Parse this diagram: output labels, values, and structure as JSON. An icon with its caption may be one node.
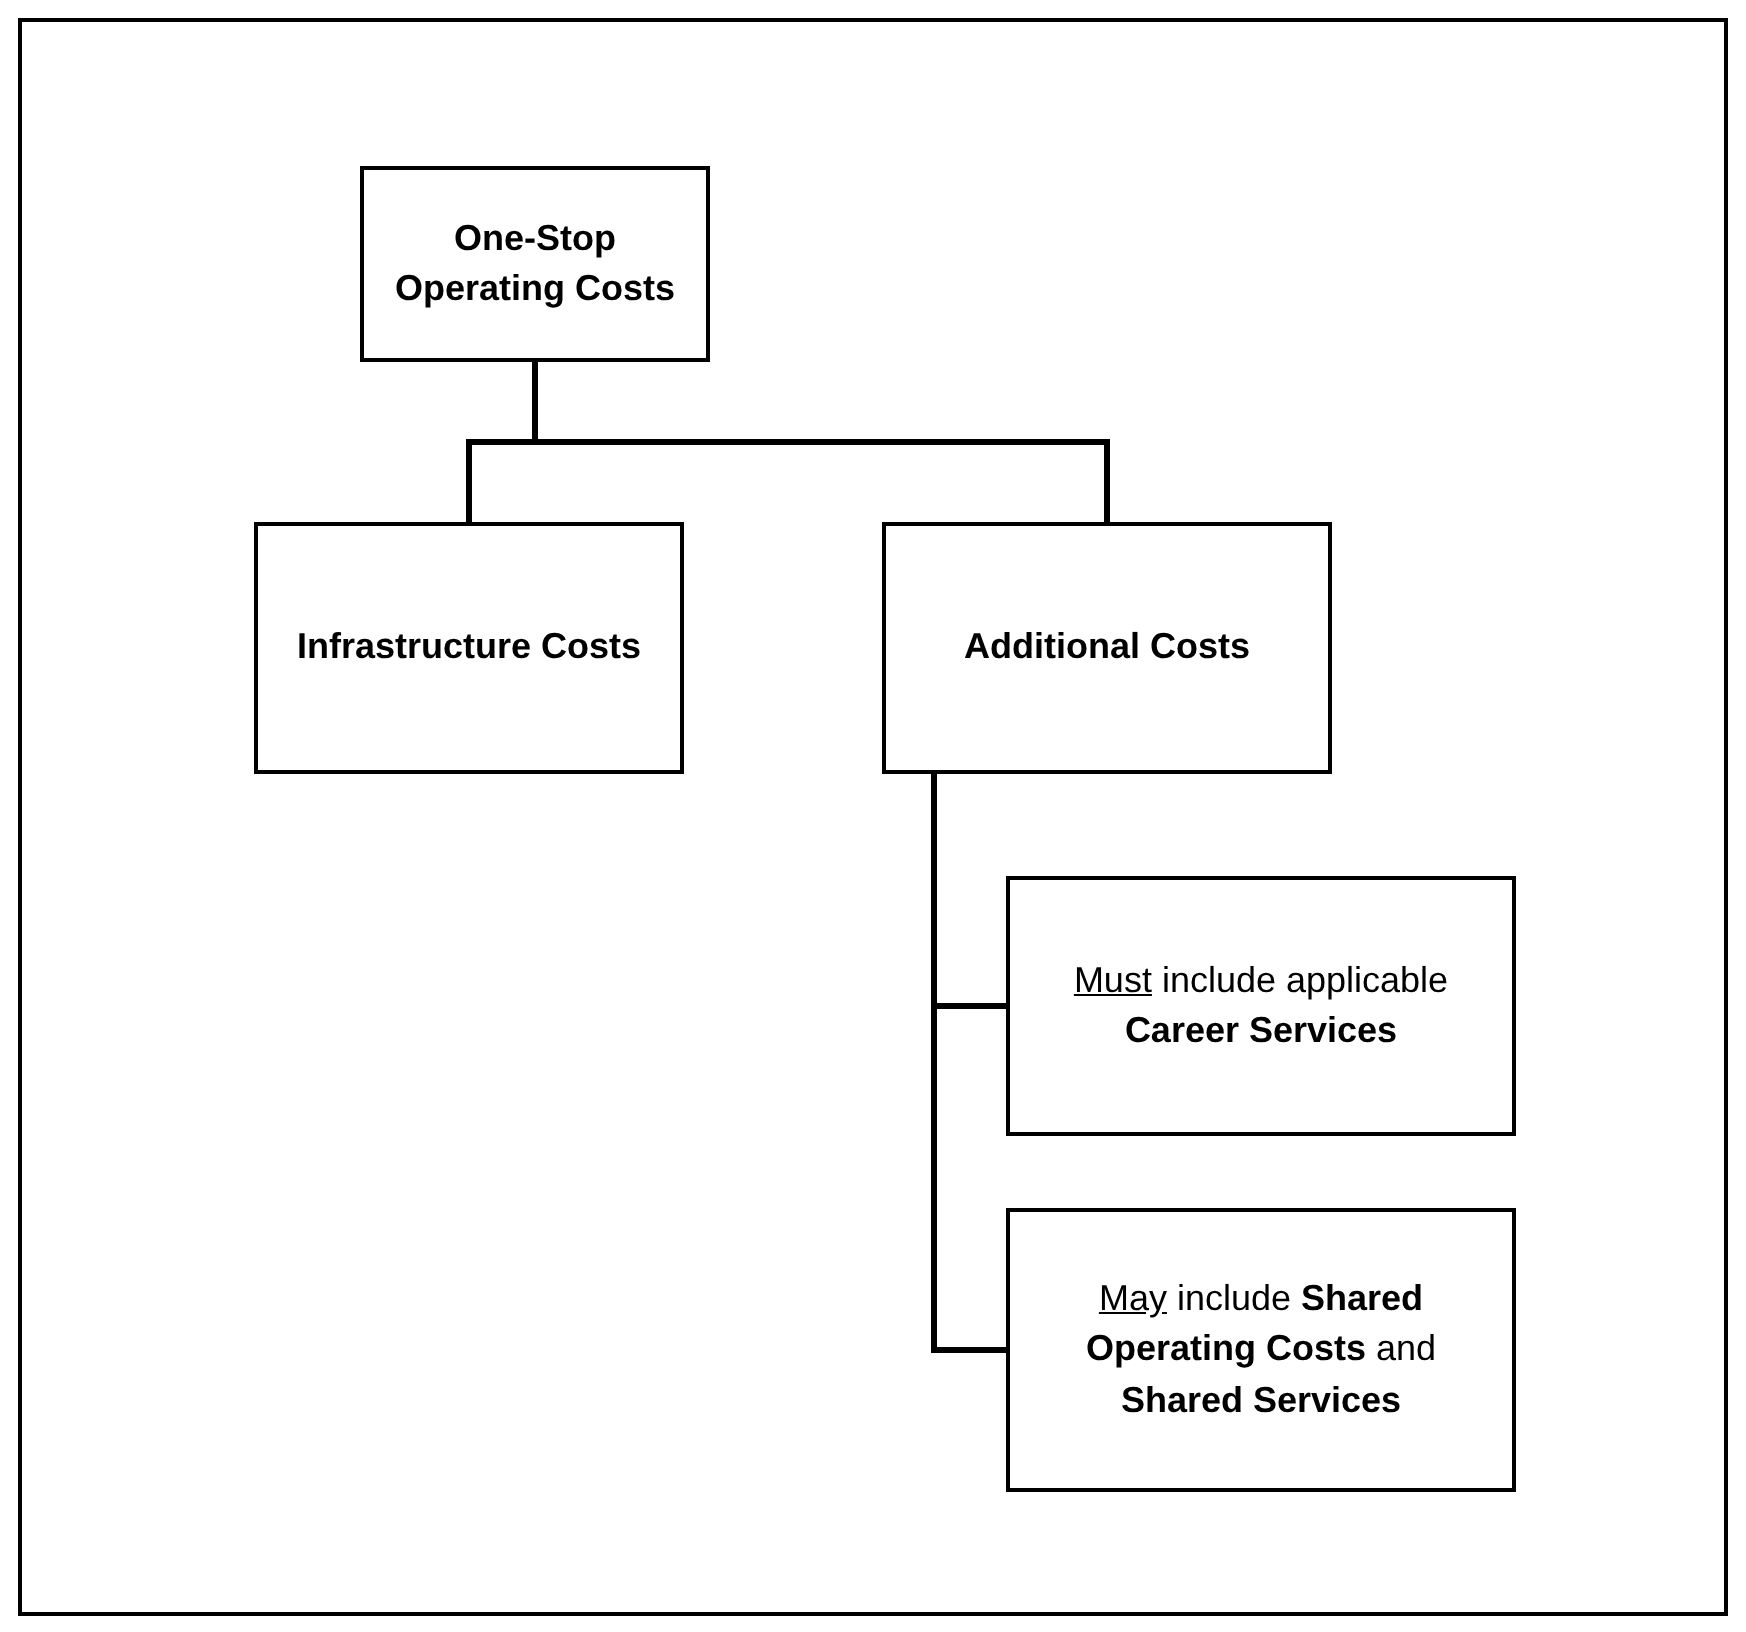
{
  "diagram": {
    "nodes": [
      {
        "text": [
          "One-Stop Operating Costs"
        ]
      },
      {
        "text": [
          "Infrastructure Costs"
        ]
      },
      {
        "text": [
          "Additional Costs"
        ]
      },
      {
        "text": [
          "Must include applicable **Career Services**"
        ]
      },
      {
        "text": [
          "May include **Shared Operating Costs** and **Shared Services**"
        ]
      }
    ],
    "edges": [
      {
        "from": 0,
        "to": 1,
        "arrow": "none"
      },
      {
        "from": 0,
        "to": 2,
        "arrow": "none"
      },
      {
        "from": 2,
        "to": 3,
        "arrow": "none"
      },
      {
        "from": 2,
        "to": 4,
        "arrow": "none"
      }
    ]
  }
}
